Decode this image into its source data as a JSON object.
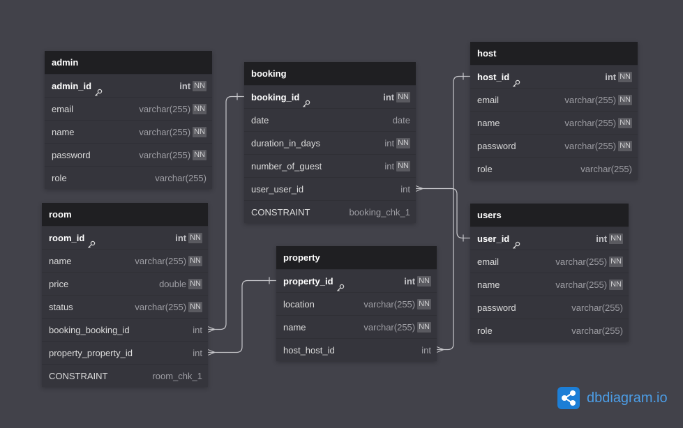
{
  "tables": [
    {
      "id": "admin",
      "name": "admin",
      "fields": [
        {
          "name": "admin_id",
          "type": "int",
          "nn": true,
          "pk": true
        },
        {
          "name": "email",
          "type": "varchar(255)",
          "nn": true,
          "pk": false
        },
        {
          "name": "name",
          "type": "varchar(255)",
          "nn": true,
          "pk": false
        },
        {
          "name": "password",
          "type": "varchar(255)",
          "nn": true,
          "pk": false
        },
        {
          "name": "role",
          "type": "varchar(255)",
          "nn": false,
          "pk": false
        }
      ]
    },
    {
      "id": "booking",
      "name": "booking",
      "fields": [
        {
          "name": "booking_id",
          "type": "int",
          "nn": true,
          "pk": true
        },
        {
          "name": "date",
          "type": "date",
          "nn": false,
          "pk": false
        },
        {
          "name": "duration_in_days",
          "type": "int",
          "nn": true,
          "pk": false
        },
        {
          "name": "number_of_guest",
          "type": "int",
          "nn": true,
          "pk": false
        },
        {
          "name": "user_user_id",
          "type": "int",
          "nn": false,
          "pk": false
        },
        {
          "name": "CONSTRAINT",
          "type": "booking_chk_1",
          "nn": false,
          "pk": false
        }
      ]
    },
    {
      "id": "host",
      "name": "host",
      "fields": [
        {
          "name": "host_id",
          "type": "int",
          "nn": true,
          "pk": true
        },
        {
          "name": "email",
          "type": "varchar(255)",
          "nn": true,
          "pk": false
        },
        {
          "name": "name",
          "type": "varchar(255)",
          "nn": true,
          "pk": false
        },
        {
          "name": "password",
          "type": "varchar(255)",
          "nn": true,
          "pk": false
        },
        {
          "name": "role",
          "type": "varchar(255)",
          "nn": false,
          "pk": false
        }
      ]
    },
    {
      "id": "room",
      "name": "room",
      "fields": [
        {
          "name": "room_id",
          "type": "int",
          "nn": true,
          "pk": true
        },
        {
          "name": "name",
          "type": "varchar(255)",
          "nn": true,
          "pk": false
        },
        {
          "name": "price",
          "type": "double",
          "nn": true,
          "pk": false
        },
        {
          "name": "status",
          "type": "varchar(255)",
          "nn": true,
          "pk": false
        },
        {
          "name": "booking_booking_id",
          "type": "int",
          "nn": false,
          "pk": false
        },
        {
          "name": "property_property_id",
          "type": "int",
          "nn": false,
          "pk": false
        },
        {
          "name": "CONSTRAINT",
          "type": "room_chk_1",
          "nn": false,
          "pk": false
        }
      ]
    },
    {
      "id": "property",
      "name": "property",
      "fields": [
        {
          "name": "property_id",
          "type": "int",
          "nn": true,
          "pk": true
        },
        {
          "name": "location",
          "type": "varchar(255)",
          "nn": true,
          "pk": false
        },
        {
          "name": "name",
          "type": "varchar(255)",
          "nn": true,
          "pk": false
        },
        {
          "name": "host_host_id",
          "type": "int",
          "nn": false,
          "pk": false
        }
      ]
    },
    {
      "id": "users",
      "name": "users",
      "fields": [
        {
          "name": "user_id",
          "type": "int",
          "nn": true,
          "pk": true
        },
        {
          "name": "email",
          "type": "varchar(255)",
          "nn": true,
          "pk": false
        },
        {
          "name": "name",
          "type": "varchar(255)",
          "nn": true,
          "pk": false
        },
        {
          "name": "password",
          "type": "varchar(255)",
          "nn": false,
          "pk": false
        },
        {
          "name": "role",
          "type": "varchar(255)",
          "nn": false,
          "pk": false
        }
      ]
    }
  ],
  "nn_label": "NN",
  "relations": [
    {
      "from_table": "room",
      "from_field": "booking_booking_id",
      "to_table": "booking",
      "to_field": "booking_id"
    },
    {
      "from_table": "room",
      "from_field": "property_property_id",
      "to_table": "property",
      "to_field": "property_id"
    },
    {
      "from_table": "booking",
      "from_field": "user_user_id",
      "to_table": "users",
      "to_field": "user_id"
    },
    {
      "from_table": "property",
      "from_field": "host_host_id",
      "to_table": "host",
      "to_field": "host_id"
    }
  ],
  "brand": {
    "name": "dbdiagram.io",
    "icon": "share-nodes-icon",
    "color": "#1c7ed6"
  },
  "colors": {
    "background": "#42424a",
    "header": "#1f1f22",
    "body": "#35353c",
    "link": "#c8c8cc"
  }
}
